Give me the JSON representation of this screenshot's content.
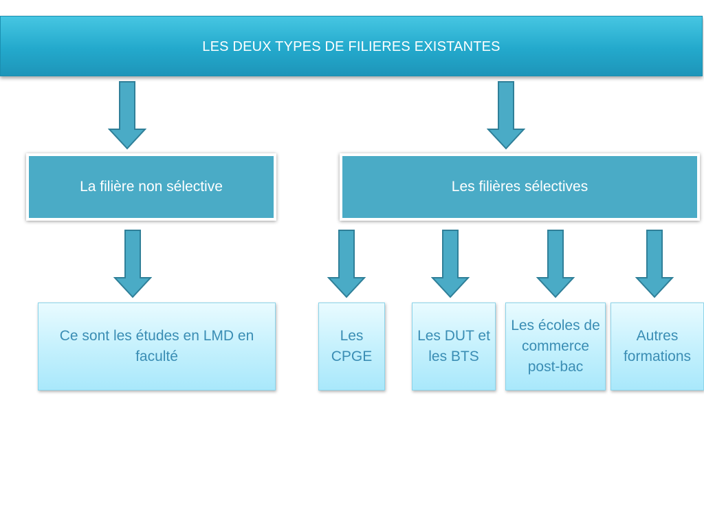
{
  "diagram": {
    "title": "LES DEUX TYPES DE FILIERES EXISTANTES",
    "branches": [
      {
        "label": "La filière non sélective",
        "children": [
          "Ce sont les études en LMD en faculté"
        ]
      },
      {
        "label": "Les filières sélectives",
        "children": [
          "Les CPGE",
          "Les DUT et les BTS",
          "Les écoles de commerce post-bac",
          "Autres formations"
        ]
      }
    ]
  },
  "colors": {
    "title_bar": "#23a9cc",
    "level2_box": "#4aabc6",
    "leaf_box": "#c6f1fd",
    "leaf_text": "#3a8db4",
    "arrow_fill": "#4aabc6",
    "arrow_stroke": "#2f7f98"
  },
  "icons": [
    "arrow-down-icon"
  ]
}
